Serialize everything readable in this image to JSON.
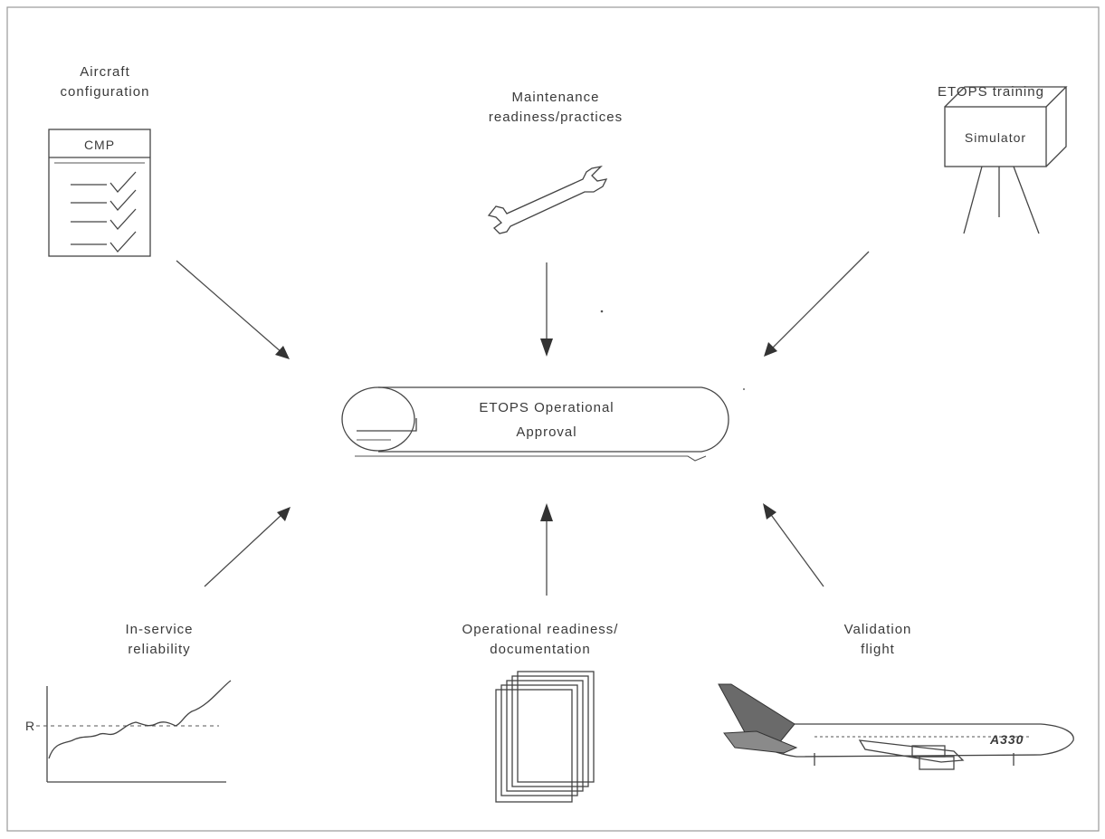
{
  "center": {
    "line1": "ETOPS Operational",
    "line2": "Approval"
  },
  "nodes": {
    "aircraft_config": {
      "line1": "Aircraft",
      "line2": "configuration",
      "box_label": "CMP"
    },
    "maintenance": {
      "line1": "Maintenance",
      "line2": "readiness/practices"
    },
    "training": {
      "line1": "ETOPS training",
      "box_label": "Simulator"
    },
    "reliability": {
      "line1": "In-service",
      "line2": "reliability",
      "axis_label": "R"
    },
    "operational": {
      "line1": "Operational readiness/",
      "line2": "documentation"
    },
    "validation": {
      "line1": "Validation",
      "line2": "flight",
      "aircraft_text": "A330"
    }
  }
}
